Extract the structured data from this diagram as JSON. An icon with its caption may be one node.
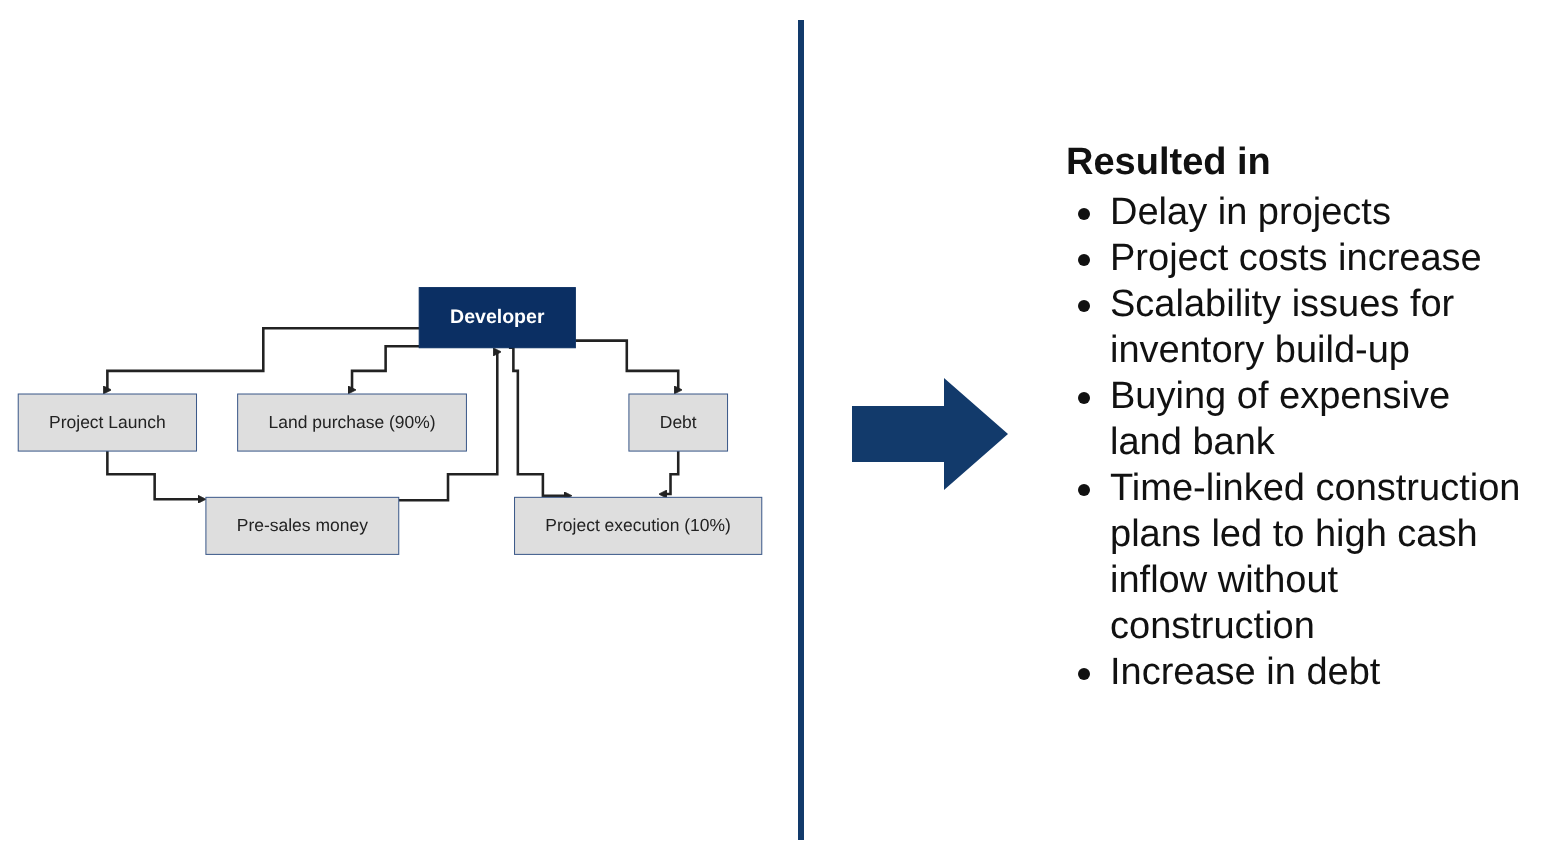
{
  "diagram": {
    "nodes": [
      {
        "text": [
          "Developer"
        ]
      },
      {
        "text": [
          "Pre-sales money"
        ]
      },
      {
        "text": [
          "Project Launch"
        ]
      },
      {
        "text": [
          "Land purchase (90%)"
        ]
      },
      {
        "text": [
          "Project execution (10%)"
        ]
      },
      {
        "text": [
          "Debt"
        ]
      }
    ],
    "edges": [
      {
        "from": 1,
        "to": 0,
        "arrow": "to"
      },
      {
        "from": 0,
        "to": 2,
        "arrow": "to"
      },
      {
        "from": 2,
        "to": 1,
        "arrow": "to"
      },
      {
        "from": 0,
        "to": 3,
        "arrow": "to"
      },
      {
        "from": 0,
        "to": 4,
        "arrow": "to"
      },
      {
        "from": 0,
        "to": 5,
        "arrow": "to"
      },
      {
        "from": 5,
        "to": 4,
        "arrow": "to"
      }
    ],
    "labels": [
      "Resulted in",
      "Delay in projects",
      "Project costs increase",
      "Scalability issues for inventory build-up",
      "Buying of expensive land bank",
      "Time-linked construction plans led  to high cash inflow without construction",
      "Increase in debt"
    ]
  }
}
